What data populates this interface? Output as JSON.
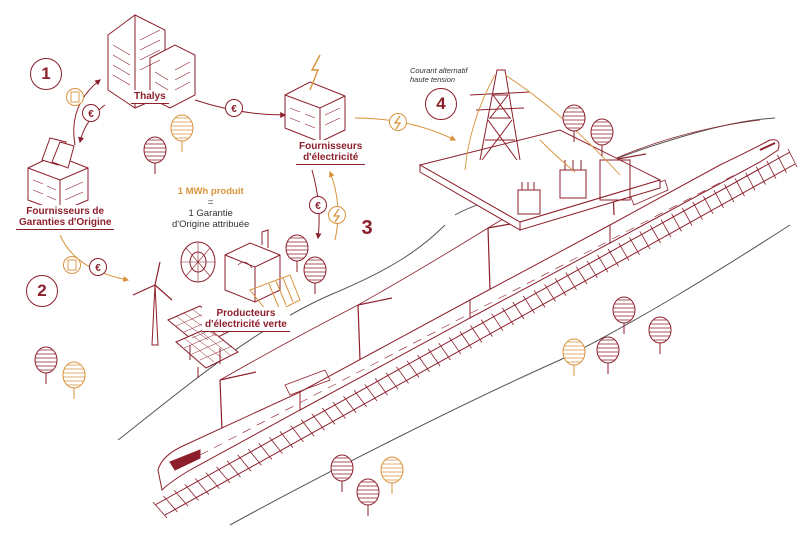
{
  "nodes": {
    "thalys": "Thalys",
    "fournisseurs_electricite": [
      "Fournisseurs",
      "d'électricité"
    ],
    "fournisseurs_garanties": [
      "Fournisseurs de",
      "Garanties d'Origine"
    ],
    "producteurs": [
      "Producteurs",
      "d'électricité verte"
    ]
  },
  "steps": [
    "1",
    "2",
    "3",
    "4"
  ],
  "symbols": {
    "euro": "€"
  },
  "rule": {
    "line1": "1 MWh produit",
    "line2": "=",
    "line3": "1 Garantie",
    "line4": "d'Origine attribuée"
  },
  "note": [
    "Courant alternatif",
    "haute tension"
  ],
  "colors": {
    "primary": "#8c1f2b",
    "accent": "#d9933b",
    "line": "#555555"
  },
  "icons": [
    "office-building-icon",
    "certificate-icon",
    "euro-icon",
    "lightning-icon",
    "tree-icon",
    "wind-turbine-icon",
    "solar-panel-icon",
    "pylon-icon",
    "train-icon"
  ]
}
